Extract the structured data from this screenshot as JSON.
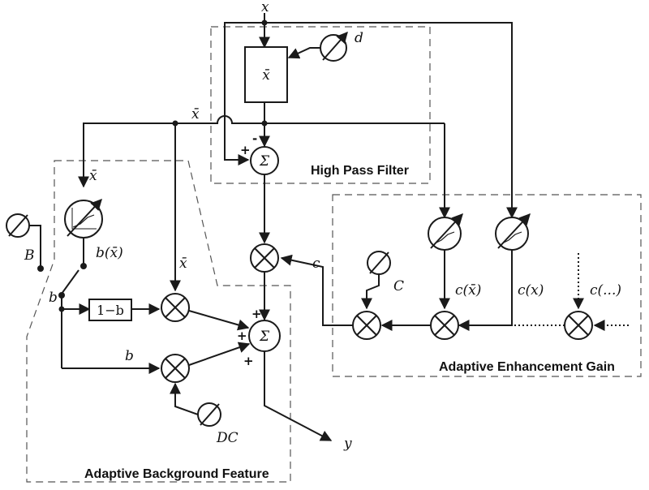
{
  "regions": {
    "high_pass": "High Pass Filter",
    "gain": "Adaptive Enhancement Gain",
    "background": "Adaptive Background Feature"
  },
  "signals": {
    "x": "x",
    "y": "y",
    "d": "d",
    "x_bar_top": "x̄",
    "x_bar_left": "x̄",
    "x_bar_mid": "x̄",
    "B": "B",
    "b_of_xbar": "b(x̄)",
    "b_switch": "b",
    "b_branch": "b",
    "c": "c",
    "C": "C",
    "c_of_xbar": "c(x̄)",
    "c_of_x": "c(x)",
    "c_more": "c(...)",
    "DC": "DC"
  },
  "blocks": {
    "mean": "x̄",
    "one_minus_b": "1−b",
    "sigma": "Σ"
  },
  "signs": {
    "hp_plus": "+",
    "hp_minus": "-",
    "out_plus_top": "+",
    "out_plus_left": "+",
    "out_plus_bottom": "+"
  }
}
